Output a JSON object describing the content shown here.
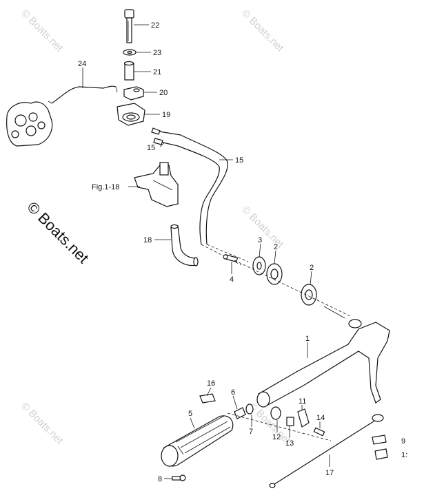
{
  "watermark": {
    "text": "© Boats.net",
    "main_text": "© Boats.net"
  },
  "reference_label": "Fig.1-18",
  "callouts": [
    "22",
    "23",
    "21",
    "20",
    "19",
    "24",
    "15",
    "15",
    "18",
    "3",
    "2",
    "2",
    "4",
    "1",
    "16",
    "6",
    "5",
    "11",
    "14",
    "7",
    "12",
    "13",
    "8",
    "17",
    "9",
    "1:"
  ],
  "colors": {
    "line": "#111111",
    "watermark": "#d0d0d0",
    "background": "#ffffff"
  }
}
